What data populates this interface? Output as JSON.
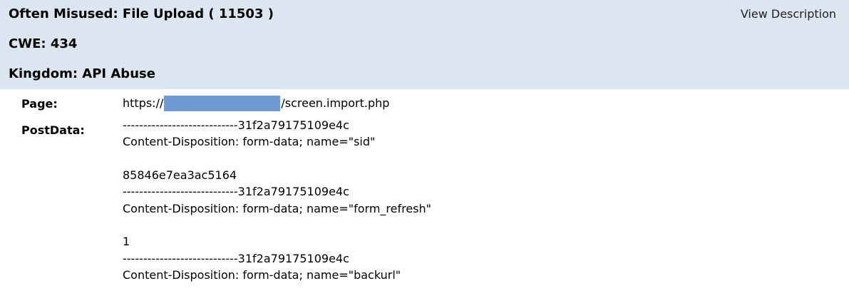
{
  "header": {
    "title": "Often Misused: File Upload ( 11503 )",
    "cwe": "CWE: 434",
    "kingdom": "Kingdom: API Abuse",
    "view_description": "View Description"
  },
  "page": {
    "label": "Page:",
    "url_prefix": "https://",
    "url_suffix": "/screen.import.php"
  },
  "postdata": {
    "label": "PostData:",
    "lines": {
      "b1": "----------------------------31f2a79175109e4c",
      "cd1": "Content-Disposition: form-data; name=\"sid\"",
      "v1": "85846e7ea3ac5164",
      "b2": "----------------------------31f2a79175109e4c",
      "cd2": "Content-Disposition: form-data; name=\"form_refresh\"",
      "v2": "1",
      "b3": "----------------------------31f2a79175109e4c",
      "cd3": "Content-Disposition: form-data; name=\"backurl\""
    }
  }
}
